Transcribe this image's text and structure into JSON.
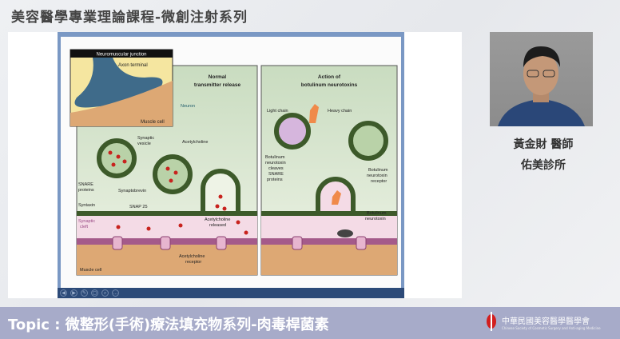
{
  "header": {
    "title": "美容醫學專業理論課程-微創注射系列"
  },
  "slide": {
    "inset_title": "Neuromuscular junction",
    "axon_terminal": "Axon terminal",
    "muscle_cell_inset": "Muscle cell",
    "left_panel_title_1": "Normal",
    "left_panel_title_2": "transmitter release",
    "neuron": "Neuron",
    "synaptic_vesicle_1": "Synaptic",
    "synaptic_vesicle_2": "vesicle",
    "acetylcholine": "Acetylcholine",
    "snare_1": "SNARE",
    "snare_2": "proteins",
    "synaptobrevin": "Synaptobrevin",
    "syntaxin": "Syntaxin",
    "snap25": "SNAP 25",
    "synaptic_cleft_1": "Synaptic",
    "synaptic_cleft_2": "cleft",
    "ach_released_1": "Acetylcholine",
    "ach_released_2": "released",
    "ach_receptor_1": "Acetylcholine",
    "ach_receptor_2": "receptor",
    "muscle_cell": "Muscle cell",
    "right_panel_title_1": "Action of",
    "right_panel_title_2": "botulinum neurotoxins",
    "light_chain": "Light chain",
    "heavy_chain": "Heavy chain",
    "bont_cleaves": [
      "Botulinum",
      "neurotoxin",
      "cleaves",
      "SNARE",
      "proteins"
    ],
    "bont_receptor": [
      "Botulinum",
      "neurotoxin",
      "receptor"
    ],
    "bont": [
      "Botulinum",
      "neurotoxin"
    ]
  },
  "controls": [
    "◀",
    "▶",
    "✎",
    "▢",
    "⌕",
    "…"
  ],
  "speaker": {
    "name": "黃金財 醫師",
    "clinic": "佑美診所"
  },
  "footer": {
    "topic": "Topic : 微整形(手術)療法填充物系列-肉毒桿菌素",
    "org_cn": "中華民國美容醫學醫學會",
    "org_en": "Chinese Society of Cosmetic Surgery and Anti-aging Medicine"
  },
  "colors": {
    "footer_bg": "#a7abc9",
    "slide_frame": "#7a98c4"
  }
}
